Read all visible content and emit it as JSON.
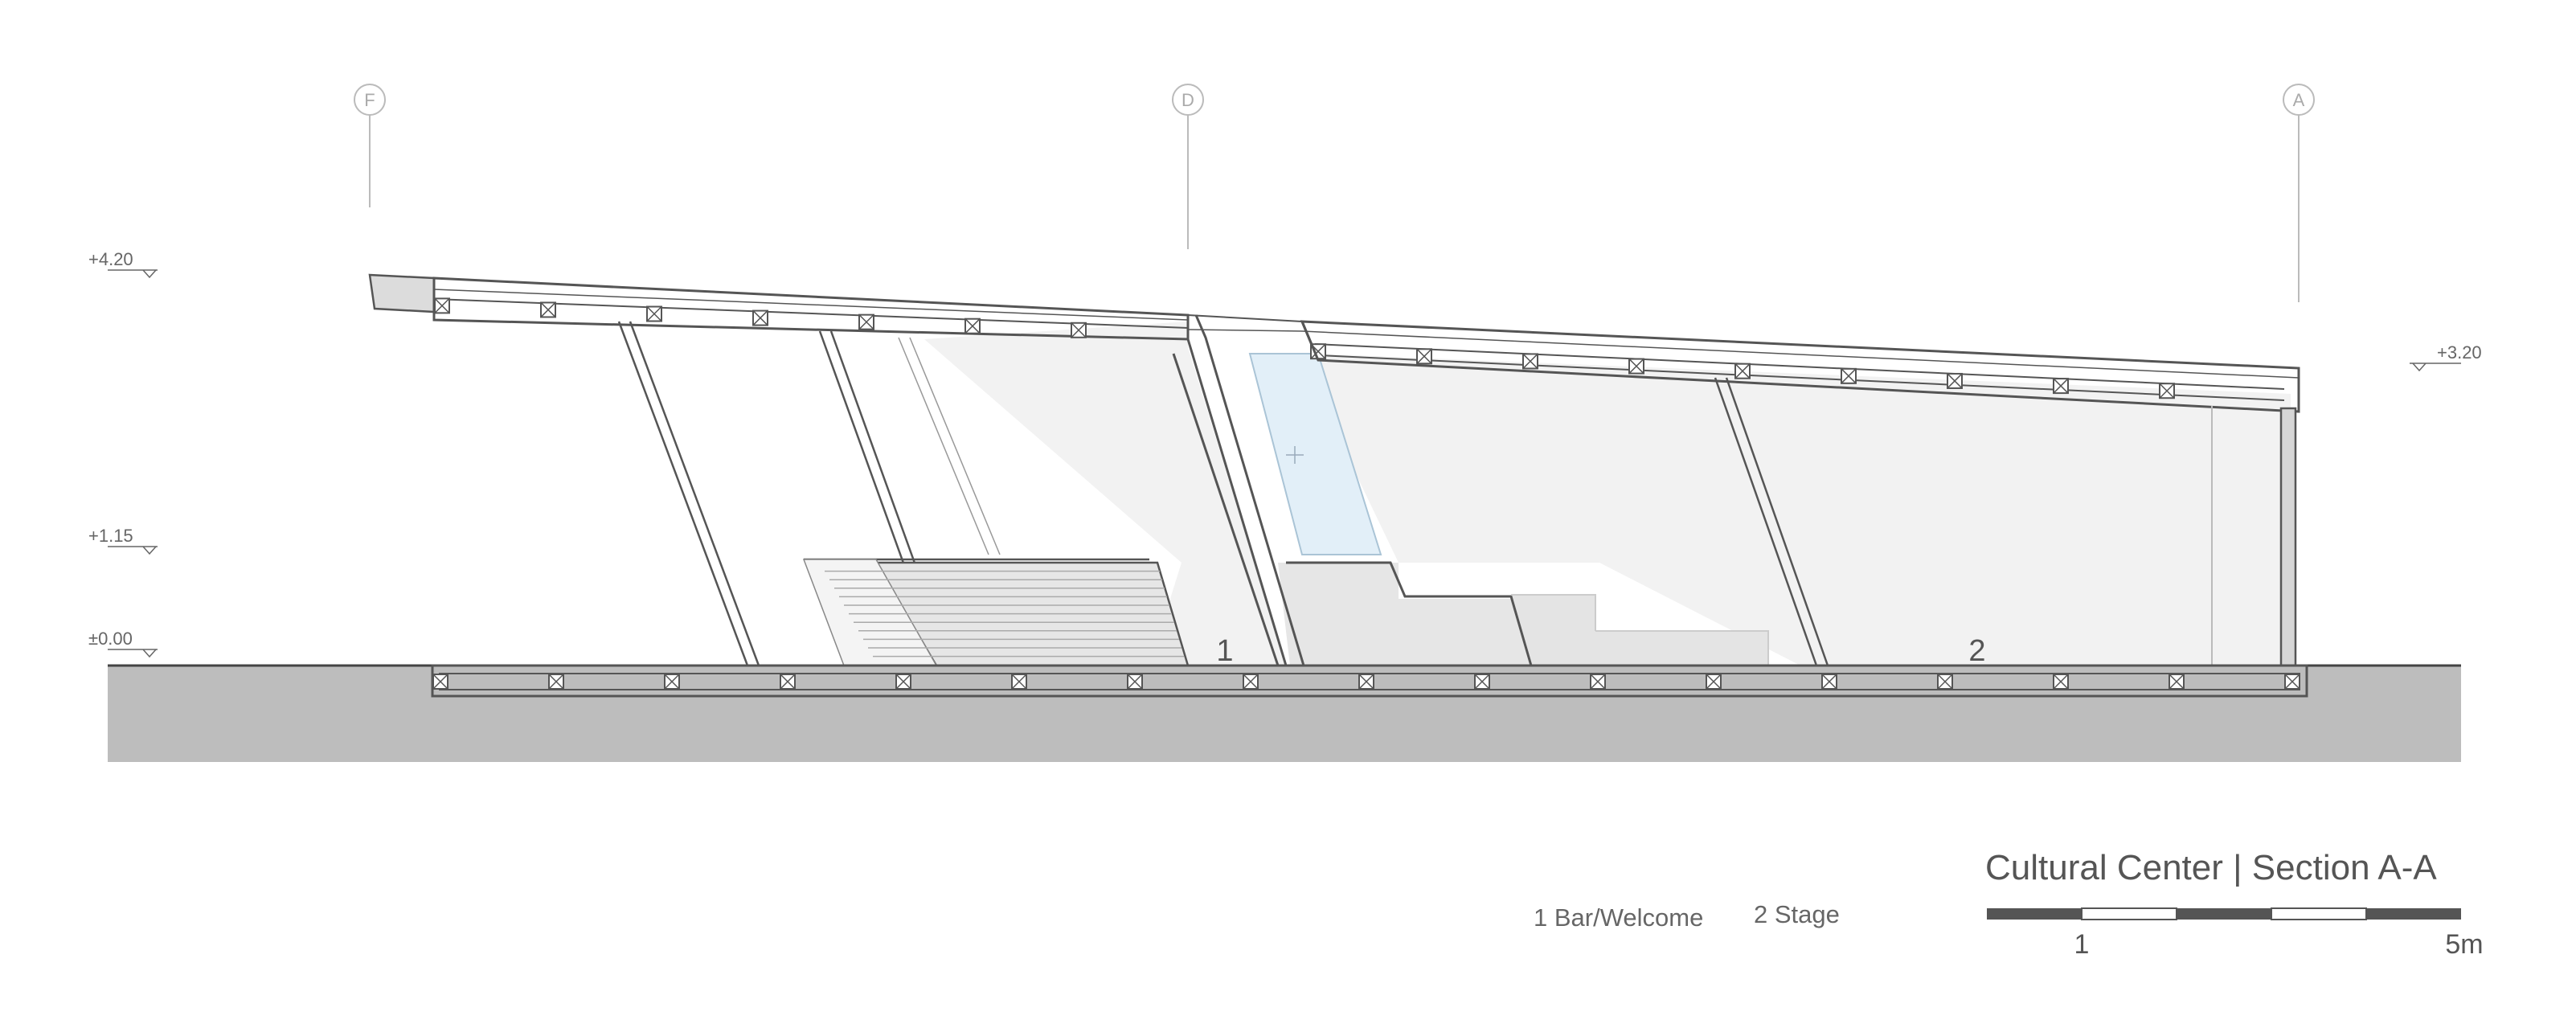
{
  "title": "Cultural Center | Section A-A",
  "grid_axes": [
    "F",
    "D",
    "A"
  ],
  "levels": {
    "roof_high": "+4.20",
    "roof_low": "+3.20",
    "mid": "+1.15",
    "ground": "±0.00"
  },
  "rooms": {
    "bar": "1",
    "stage": "2"
  },
  "legend": {
    "bar": "1 Bar/Welcome",
    "stage": "2 Stage"
  },
  "scale": {
    "start": "1",
    "end": "5m"
  },
  "colors": {
    "line": "#555555",
    "ground": "#bdbdbd",
    "interior": "#efefef",
    "glass": "#e2eff8"
  }
}
